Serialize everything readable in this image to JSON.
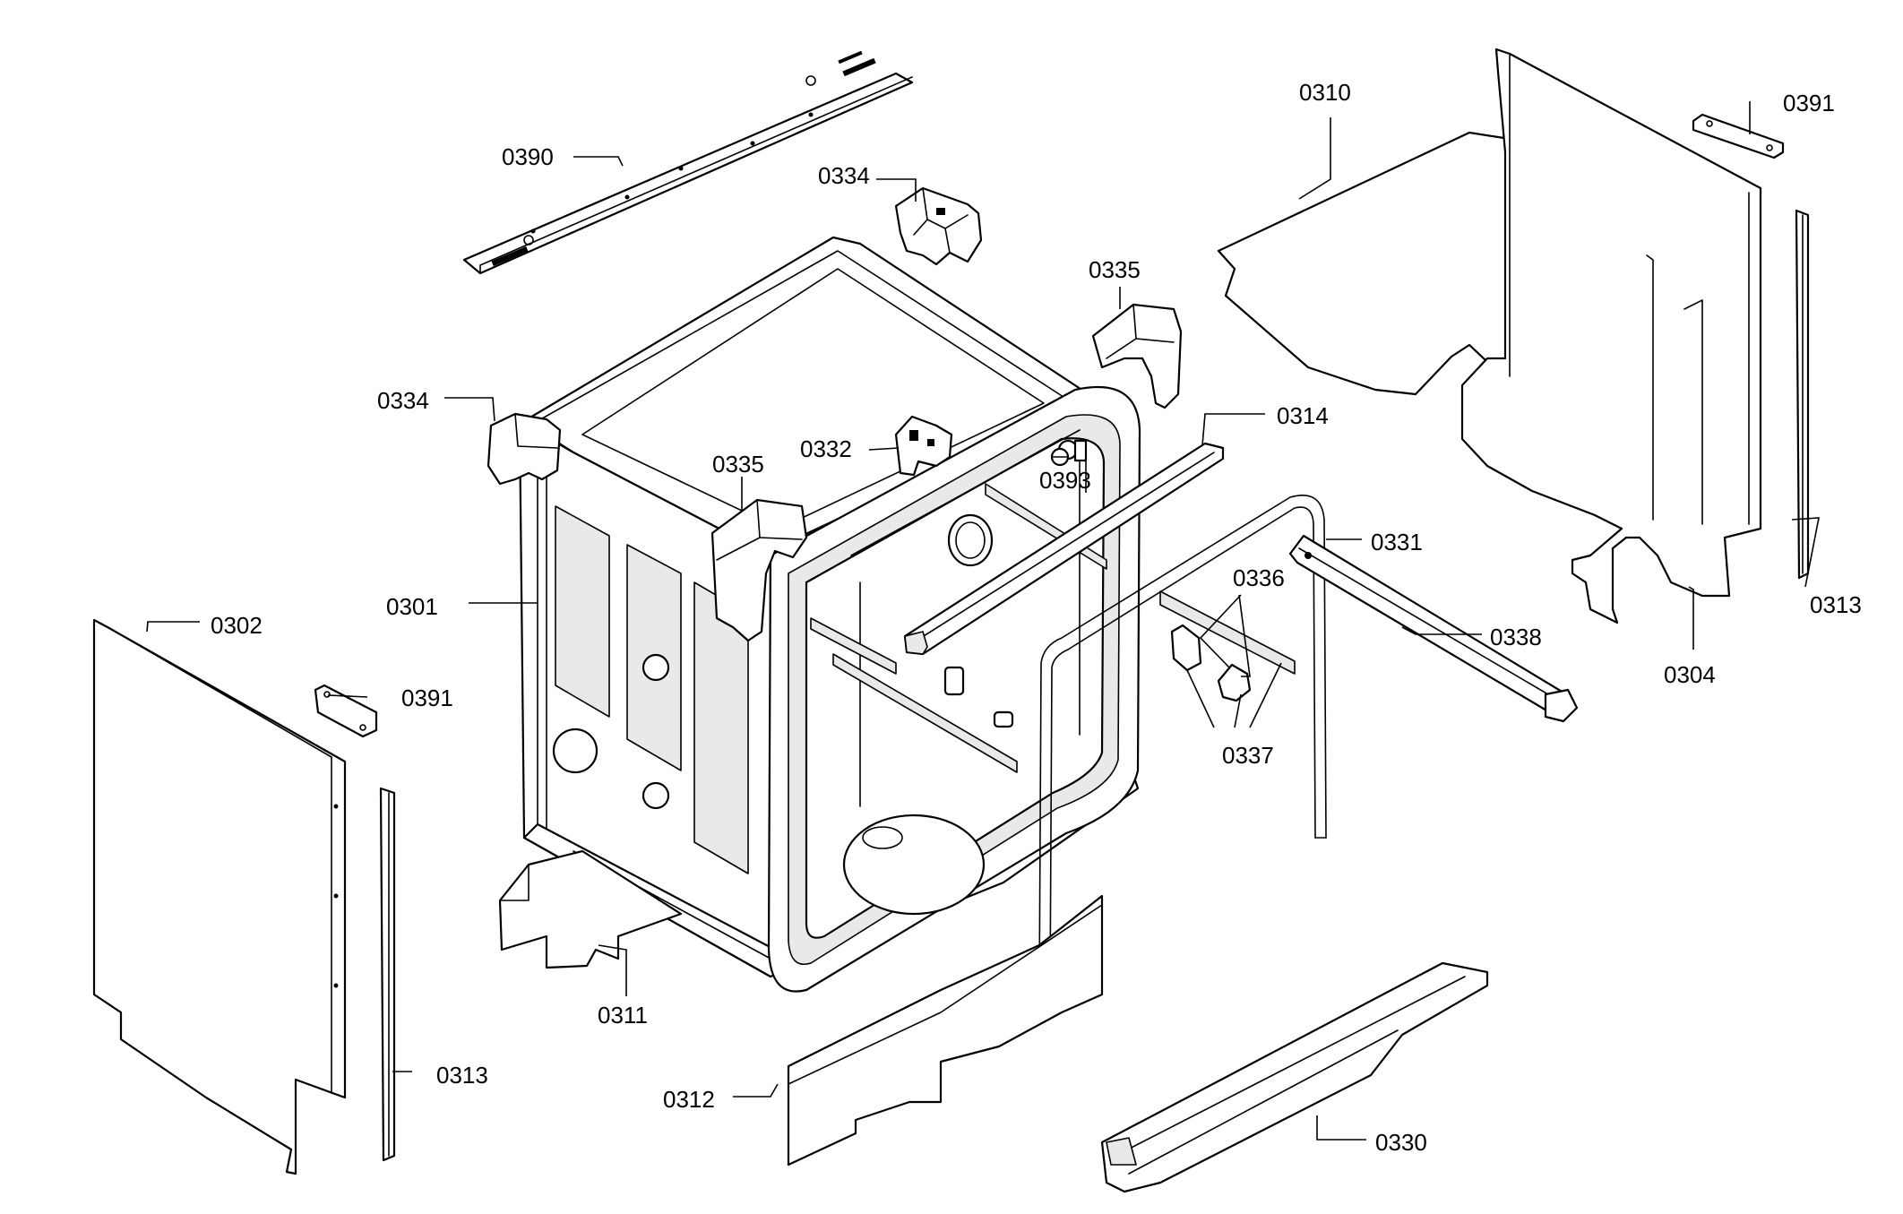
{
  "callouts": {
    "c0390": "0390",
    "c0334_top": "0334",
    "c0334_left": "0334",
    "c0335_top": "0335",
    "c0335_mid": "0335",
    "c0332": "0332",
    "c0310": "0310",
    "c0391_top": "0391",
    "c0391_left": "0391",
    "c0314": "0314",
    "c0393": "0393",
    "c0331": "0331",
    "c0336": "0336",
    "c0337": "0337",
    "c0338": "0338",
    "c0301": "0301",
    "c0302": "0302",
    "c0313_right": "0313",
    "c0313_left": "0313",
    "c0304": "0304",
    "c0311": "0311",
    "c0312": "0312",
    "c0330": "0330"
  }
}
